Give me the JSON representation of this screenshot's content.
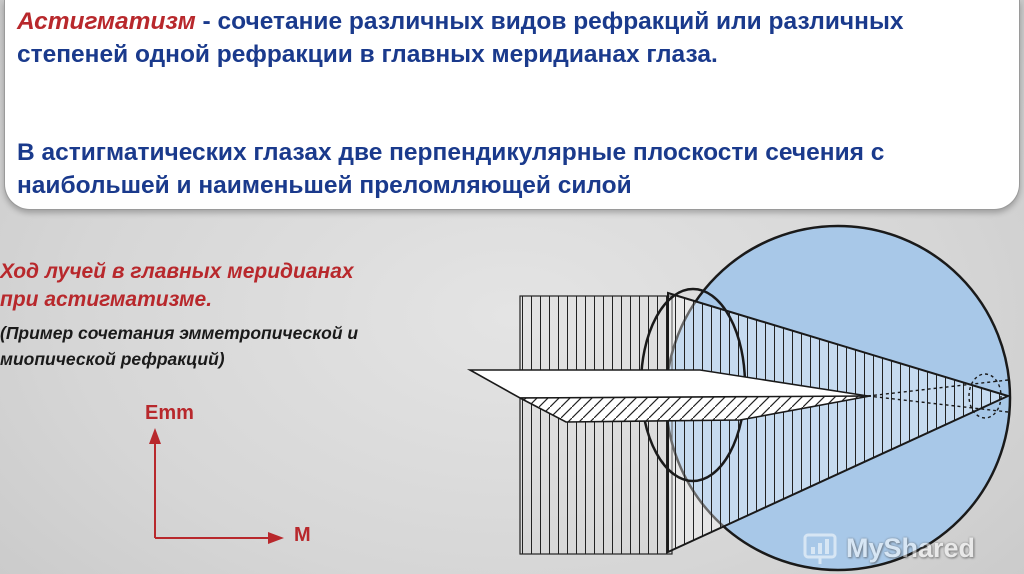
{
  "definition": {
    "term": "Астигматизм",
    "rest": " - сочетание различных видов рефракций или различных степеней одной рефракции в главных меридианах глаза."
  },
  "subtext": "В астигматических глазах две перпендикулярные плоскости сечения с наибольшей и наименьшей преломляющей силой",
  "caption": {
    "title_line1": "Ход лучей в главных меридианах",
    "title_line2": "при астигматизме.",
    "note_line1": "(Пример сочетания эмметропической и",
    "note_line2": "миопической рефракций)"
  },
  "axes": {
    "vertical_label": "Emm",
    "horizontal_label": "M"
  },
  "watermark": {
    "text": "MyShared"
  },
  "colors": {
    "heading_blue": "#1a3a8c",
    "accent_red": "#b8282c",
    "eyeball_fill": "#a8c8e8"
  }
}
